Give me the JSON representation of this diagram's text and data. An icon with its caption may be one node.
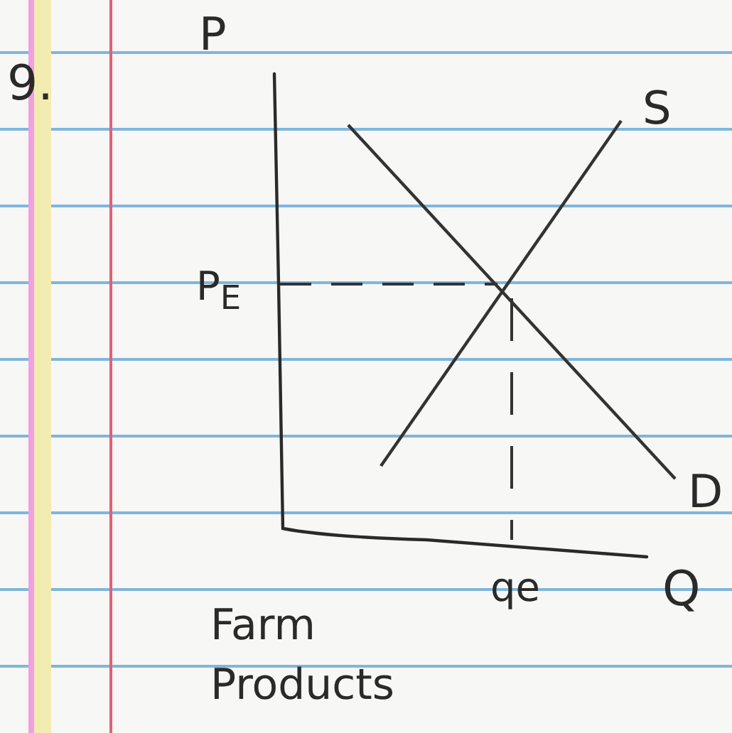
{
  "diagram": {
    "caption": "Farm Products",
    "labels": [
      "9.",
      "P",
      "S",
      "P$_{E}$",
      "D",
      "qe",
      "Q"
    ]
  }
}
